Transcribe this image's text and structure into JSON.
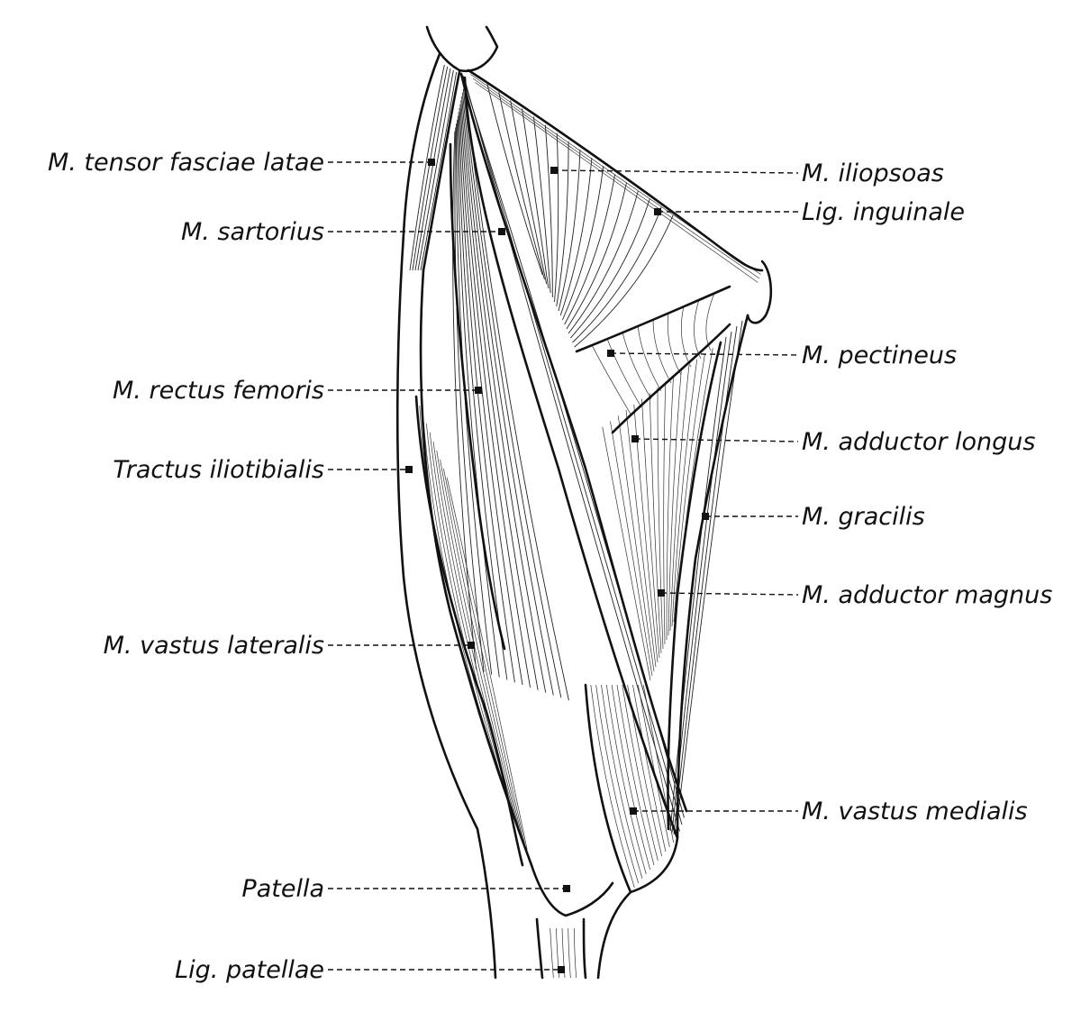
{
  "diagram": {
    "labels": {
      "tensor_fasciae_latae": "M. tensor fasciae latae",
      "sartorius": "M. sartorius",
      "rectus_femoris": "M. rectus femoris",
      "tractus_iliotibialis": "Tractus iliotibialis",
      "vastus_lateralis": "M. vastus lateralis",
      "patella": "Patella",
      "lig_patellae": "Lig. patellae",
      "iliopsoas": "M. iliopsoas",
      "lig_inguinale": "Lig. inguinale",
      "pectineus": "M. pectineus",
      "adductor_longus": "M. adductor longus",
      "gracilis": "M. gracilis",
      "adductor_magnus": "M. adductor magnus",
      "vastus_medialis": "M. vastus medialis"
    },
    "ink_color": "#111111",
    "background_color": "#ffffff"
  }
}
